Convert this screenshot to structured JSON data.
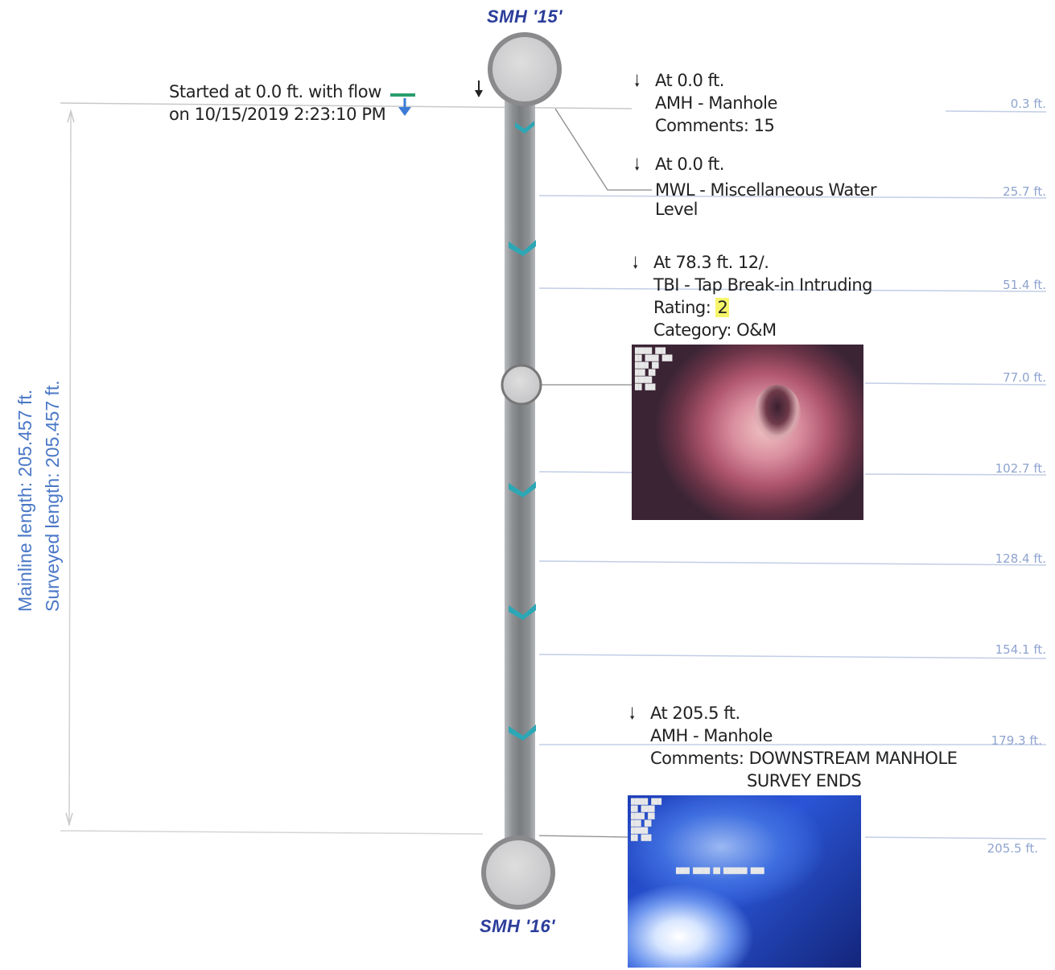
{
  "manhole_top": {
    "label": "SMH '15'"
  },
  "manhole_bottom": {
    "label": "SMH '16'"
  },
  "start_note": {
    "line1": "Started at 0.0 ft. with flow",
    "line2": "on 10/15/2019 2:23:10 PM"
  },
  "lengths": {
    "mainline": "Mainline  length:  205.457 ft.",
    "surveyed": "Surveyed length:  205.457 ft."
  },
  "events": [
    {
      "at": "At 0.0 ft.",
      "code": "AMH - Manhole",
      "comments": "Comments: 15"
    },
    {
      "at": "At 0.0 ft.",
      "code_line1": "MWL - Miscellaneous Water",
      "code_line2": "Level"
    },
    {
      "at": "At 78.3 ft. 12/.",
      "code": "TBI - Tap Break-in Intruding",
      "rating_label": "Rating: ",
      "rating_value": "2",
      "category": "Category: O&M"
    },
    {
      "at": "At 205.5 ft.",
      "code": "AMH - Manhole",
      "comments_line1": "Comments: DOWNSTREAM MANHOLE",
      "comments_line2": "SURVEY ENDS"
    }
  ],
  "distance_ticks": [
    "0.3 ft.",
    "25.7 ft.",
    "51.4 ft.",
    "77.0 ft.",
    "102.7 ft.",
    "128.4 ft.",
    "154.1 ft.",
    "179.3 ft.",
    "205.5 ft."
  ],
  "colors": {
    "pipe": "#8f9296",
    "manhole": "#cfcfd2",
    "flow_marker": "#2ca7b5",
    "tick_text": "#8fa3cf",
    "tick_line": "#c2cde6",
    "length_text": "#4a78c7",
    "manhole_label": "#2b3d9a"
  }
}
